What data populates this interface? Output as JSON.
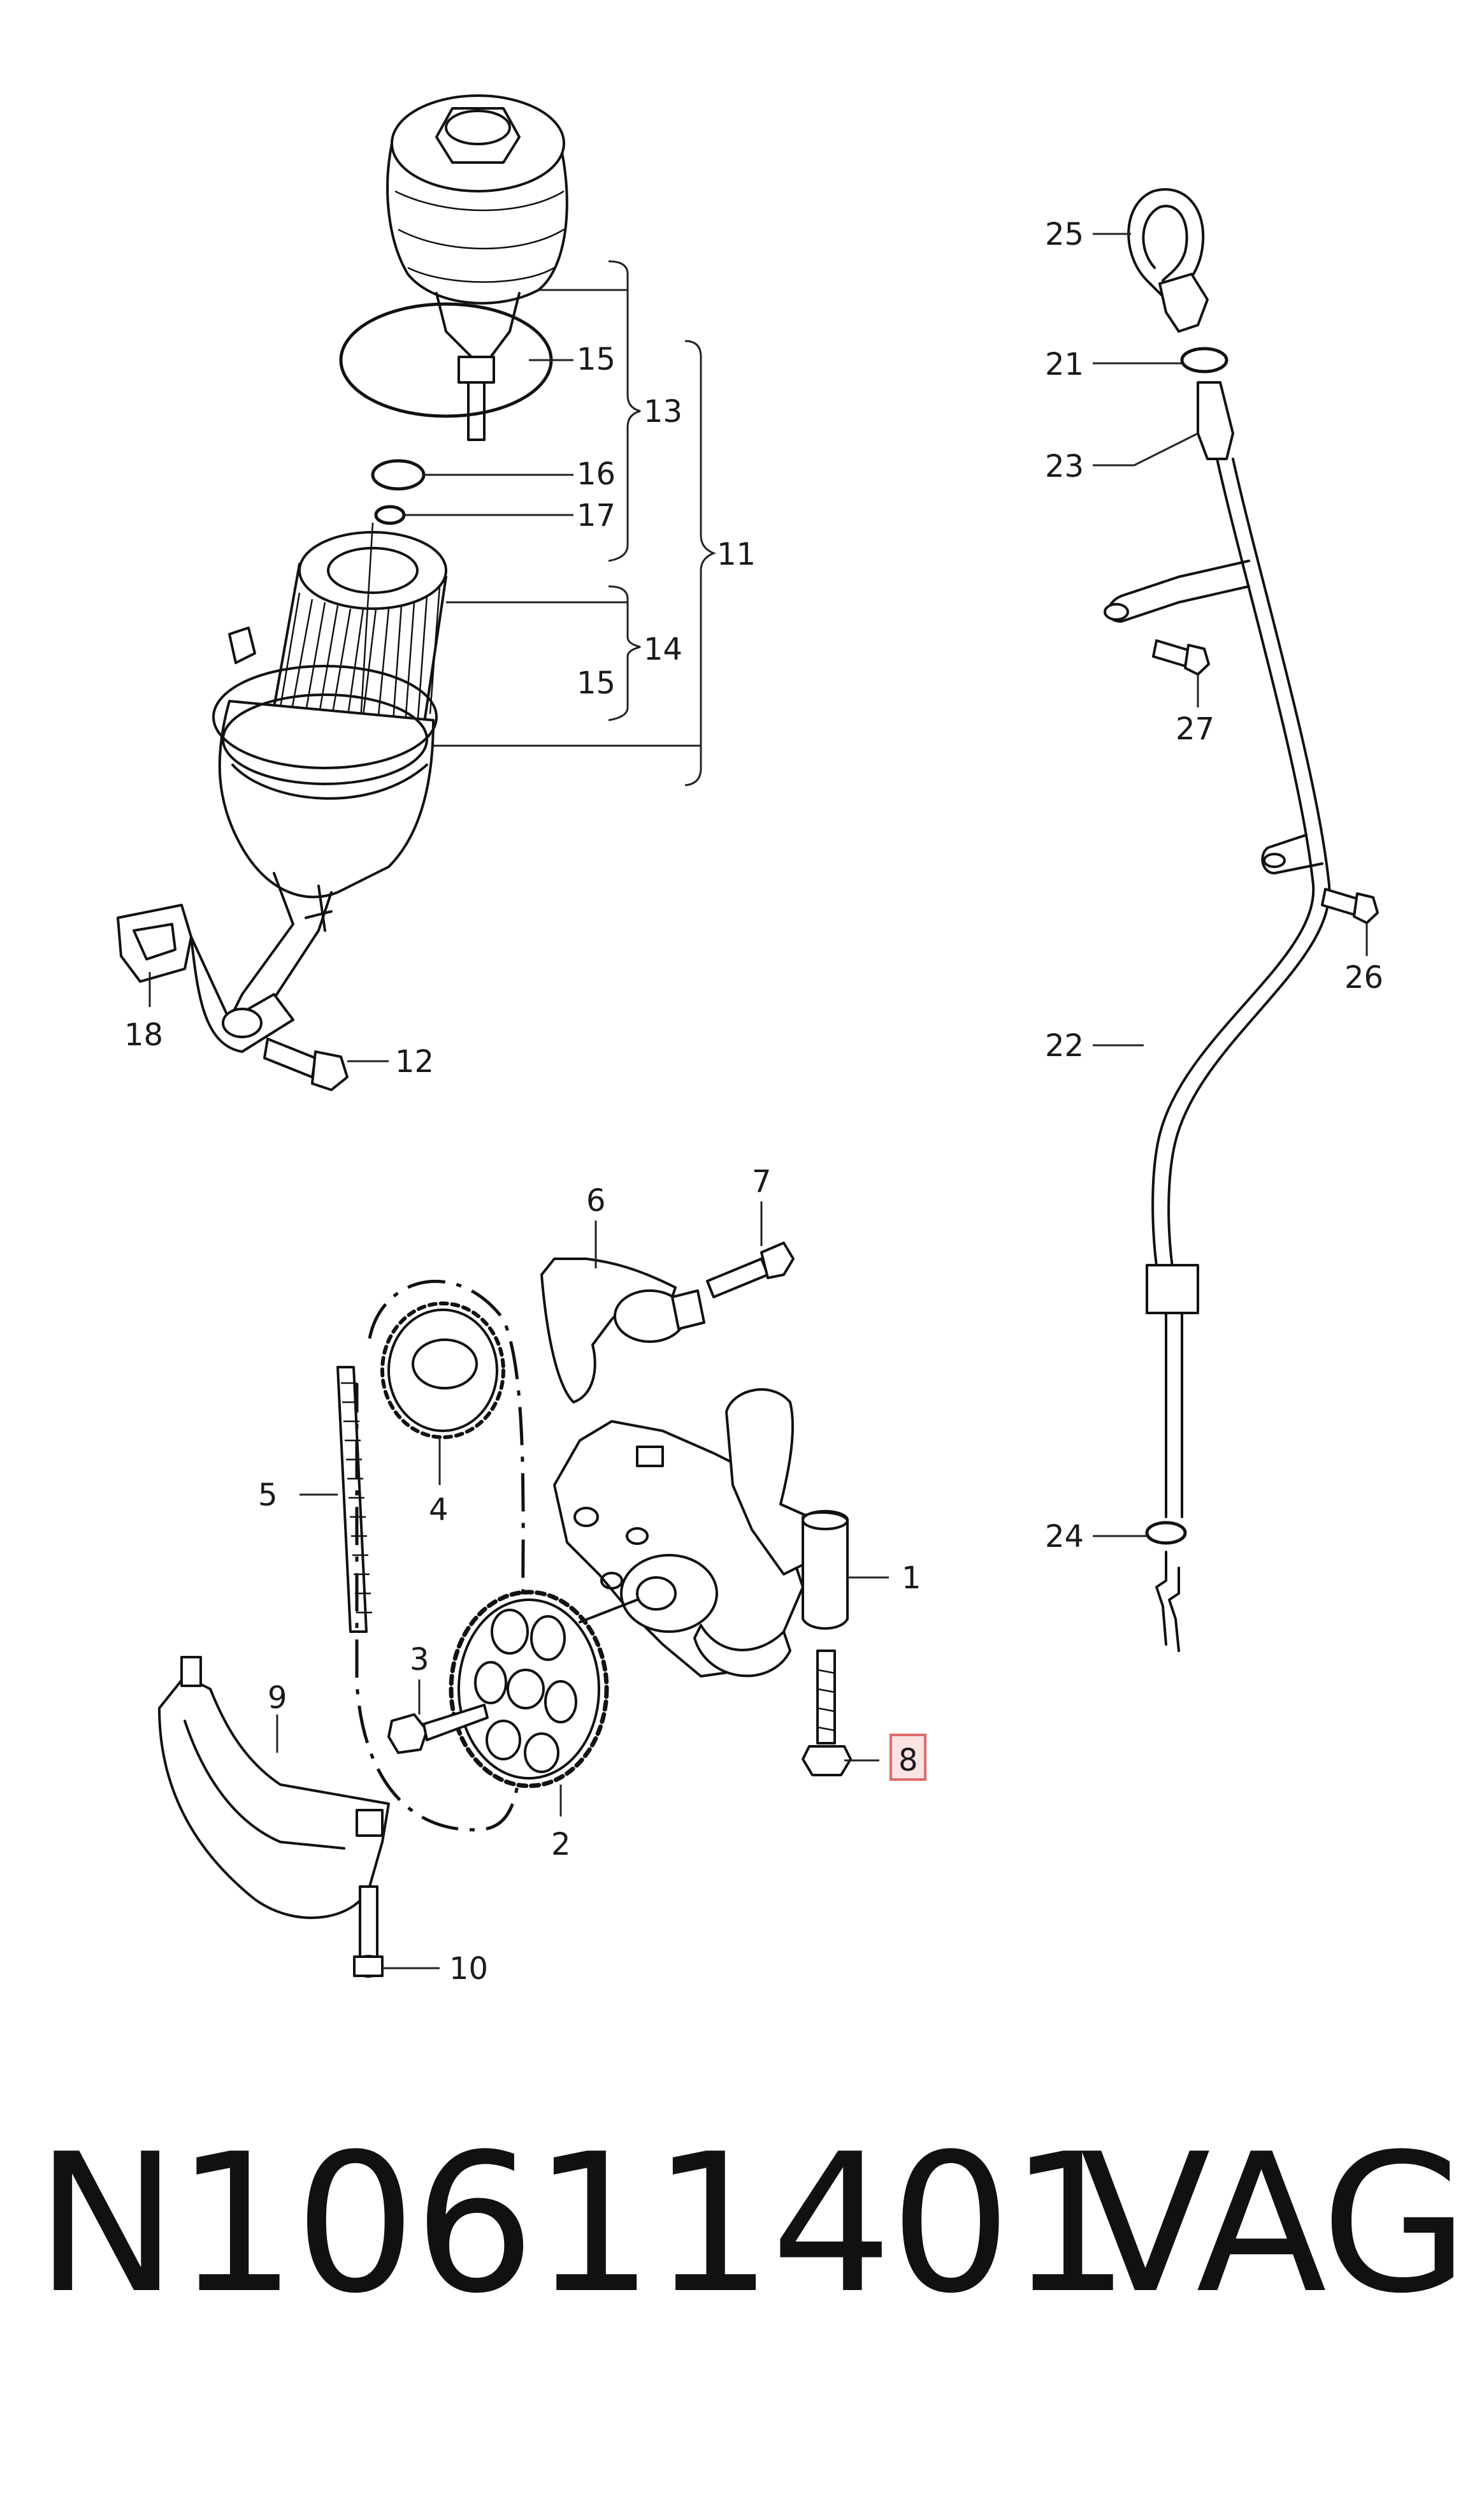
{
  "callouts": {
    "c1": "1",
    "c2": "2",
    "c3": "3",
    "c4": "4",
    "c5": "5",
    "c6": "6",
    "c7": "7",
    "c8": "8",
    "c9": "9",
    "c10": "10",
    "c11": "11",
    "c12": "12",
    "c13": "13",
    "c14": "14",
    "c15a": "15",
    "c15b": "15",
    "c16": "16",
    "c17": "17",
    "c18": "18",
    "c21": "21",
    "c22": "22",
    "c23": "23",
    "c24": "24",
    "c25": "25",
    "c26": "26",
    "c27": "27"
  },
  "highlighted_callout": "8",
  "footer": {
    "part_number": "N10611401",
    "brand": "VAG"
  },
  "colors": {
    "line": "#111111",
    "highlight_fill": "#fbe3e3",
    "highlight_stroke": "#e06a6a"
  }
}
